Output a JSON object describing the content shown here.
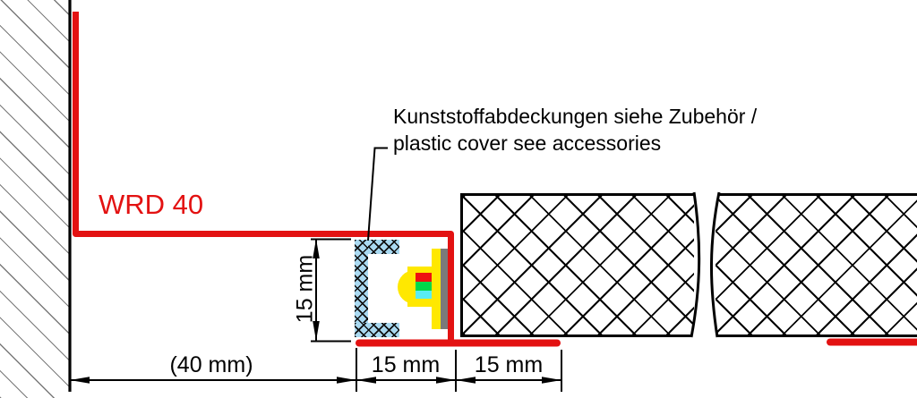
{
  "drawing": {
    "profile_label": "WRD 40",
    "note": {
      "line1": "Kunststoffabdeckungen siehe Zubehör /",
      "line2": "plastic cover see accessories"
    },
    "dimensions": {
      "horizontal": [
        {
          "label": "(40 mm)",
          "value_mm": 40
        },
        {
          "label": "15 mm",
          "value_mm": 15
        },
        {
          "label": "15 mm",
          "value_mm": 15
        }
      ],
      "vertical": {
        "label": "15 mm",
        "value_mm": 15
      }
    },
    "colors": {
      "profile_red": "#e31212",
      "cover_blue": "#a9d9f1",
      "insert_yellow": "#ffe800",
      "insert_gray": "#7a7a7a",
      "led_red": "#ee1111",
      "led_green": "#00d84a",
      "led_cyan": "#59ecf4",
      "hatch_gray": "#7a7a7a",
      "line_black": "#000000"
    }
  }
}
